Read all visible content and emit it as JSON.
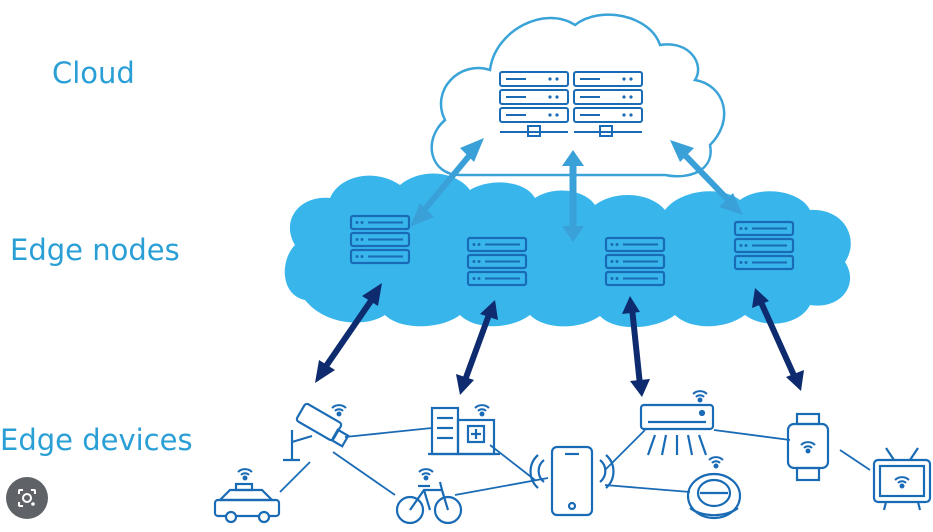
{
  "labels": {
    "cloud": "Cloud",
    "edge_nodes": "Edge nodes",
    "edge_devices": "Edge devices"
  },
  "colors": {
    "label": "#2a9fd6",
    "icon_stroke": "#1a6bb5",
    "cloud_outline": "#3aa3d8",
    "edge_cloud_fill": "#38b6ec",
    "up_arrow": "#3aa0d8",
    "down_arrow": "#0d2b6e"
  },
  "devices": [
    "security-camera",
    "hospital-building",
    "smartphone",
    "air-conditioner",
    "smartwatch",
    "taxi",
    "bicycle",
    "robot-vacuum",
    "television"
  ]
}
